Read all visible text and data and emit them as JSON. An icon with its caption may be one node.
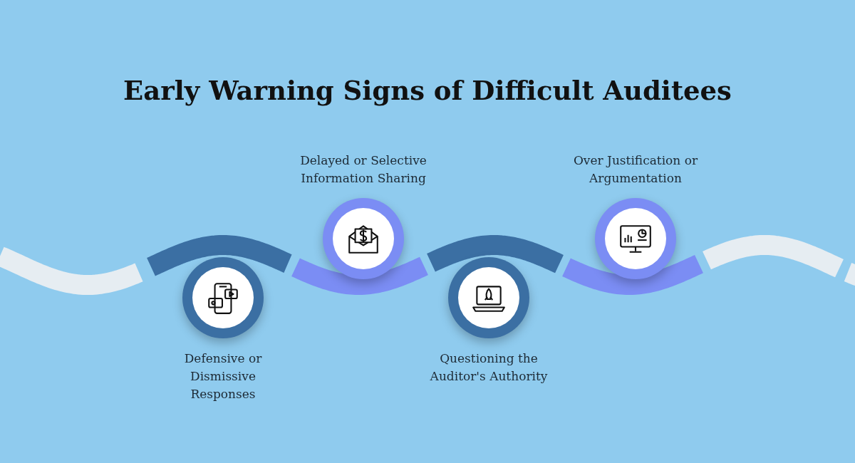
{
  "diagram": {
    "title": "Early Warning Signs of Difficult Auditees",
    "nodes": [
      {
        "text": [
          "Defensive or Dismissive Responses"
        ]
      },
      {
        "text": [
          "Delayed or Selective Information Sharing"
        ]
      },
      {
        "text": [
          "Questioning the Auditor's Authority"
        ]
      },
      {
        "text": [
          "Over Justification or Argumentation"
        ]
      }
    ]
  }
}
